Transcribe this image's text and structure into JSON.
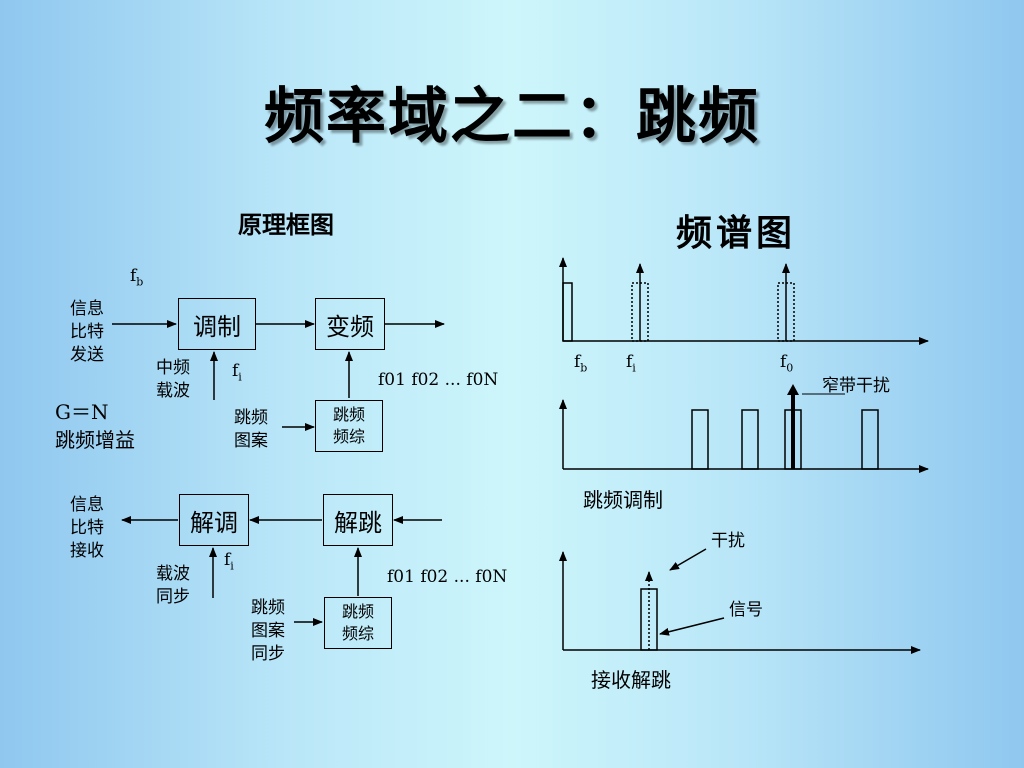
{
  "slide": {
    "title": "频率域之二：跳频"
  },
  "block_diagram": {
    "heading": "原理框图",
    "transmitter": {
      "input_label": [
        "信息",
        "比特",
        "发送"
      ],
      "fb_label": "f",
      "fb_sub": "b",
      "modulator_box": "调制",
      "converter_box": "变频",
      "carrier_label": [
        "中频",
        "载波"
      ],
      "fi_label": "f",
      "fi_sub": "i",
      "pattern_label": [
        "跳频",
        "图案"
      ],
      "synth_box": [
        "跳频",
        "频综"
      ],
      "freq_list": "f01 f02 ... f0N"
    },
    "gain": {
      "line1": "G＝N",
      "line2": "跳频增益"
    },
    "receiver": {
      "output_label": [
        "信息",
        "比特",
        "接收"
      ],
      "demod_box": "解调",
      "dehop_box": "解跳",
      "carrier_sync_label": [
        "载波",
        "同步"
      ],
      "fi_label": "f",
      "fi_sub": "i",
      "pattern_sync_label": [
        "跳频",
        "图案",
        "同步"
      ],
      "synth_box": [
        "跳频",
        "频综"
      ],
      "freq_list": "f01 f02 ... f0N"
    }
  },
  "spectrum": {
    "heading": "频谱图",
    "plot1": {
      "labels": [
        {
          "main": "f",
          "sub": "b"
        },
        {
          "main": "f",
          "sub": "i"
        },
        {
          "main": "f",
          "sub": "0"
        }
      ]
    },
    "plot2": {
      "caption": "跳频调制",
      "interference_label": "窄带干扰"
    },
    "plot3": {
      "caption": "接收解跳",
      "interference_label": "干扰",
      "signal_label": "信号"
    }
  }
}
